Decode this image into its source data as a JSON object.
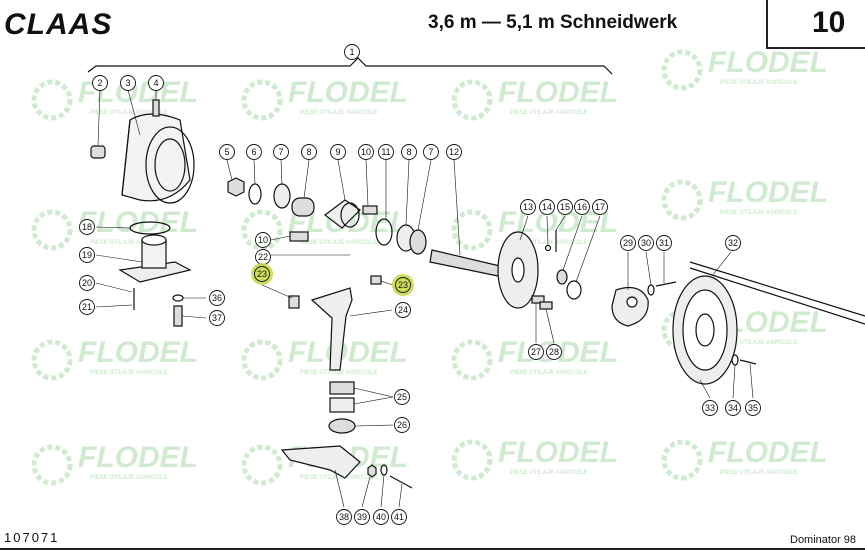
{
  "header": {
    "brand_logo": "CLAAS",
    "title": "3,6 m — 5,1 m Schneidwerk",
    "page_number": "10"
  },
  "footer": {
    "code": "107071",
    "model": "Dominator 98"
  },
  "watermark": {
    "brand": "FLODEL",
    "tagline": "PIESE UTILAJE AGRICOLE"
  },
  "callouts": [
    "1",
    "2",
    "3",
    "4",
    "5",
    "6",
    "7",
    "8",
    "9",
    "10",
    "11",
    "8",
    "7",
    "12",
    "10",
    "22",
    "23",
    "23",
    "24",
    "13",
    "14",
    "15",
    "16",
    "17",
    "29",
    "30",
    "31",
    "32",
    "18",
    "19",
    "20",
    "36",
    "21",
    "37",
    "27",
    "28",
    "25",
    "26",
    "33",
    "34",
    "35",
    "38",
    "39",
    "40",
    "41"
  ],
  "highlighted_callouts": [
    "23",
    "23"
  ],
  "colors": {
    "ink": "#111111",
    "highlight": "#c9d84a",
    "watermark": "#bfe3bf"
  }
}
